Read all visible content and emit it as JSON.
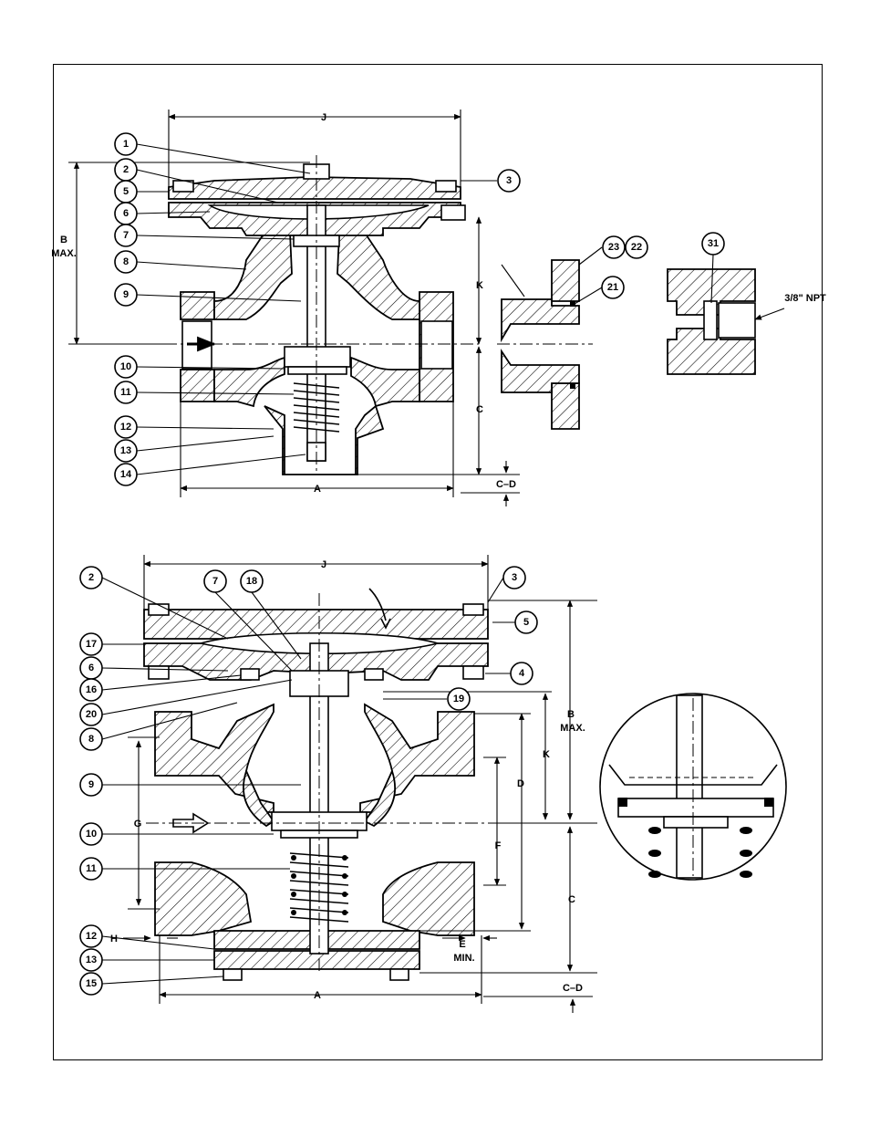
{
  "top_view": {
    "callouts": [
      "1",
      "2",
      "3",
      "5",
      "6",
      "7",
      "8",
      "9",
      "10",
      "11",
      "12",
      "13",
      "14",
      "23",
      "22",
      "21",
      "31"
    ],
    "dims": {
      "J": "J",
      "B": "B",
      "B_max": "MAX.",
      "K": "K",
      "C": "C",
      "A": "A",
      "CD": "C–D"
    },
    "npt": "3/8\" NPT"
  },
  "bottom_view": {
    "callouts": [
      "2",
      "7",
      "18",
      "3",
      "17",
      "5",
      "6",
      "4",
      "16",
      "20",
      "19",
      "8",
      "9",
      "10",
      "11",
      "12",
      "13",
      "15"
    ],
    "dims": {
      "J": "J",
      "B": "B",
      "B_max": "MAX.",
      "K": "K",
      "D": "D",
      "F": "F",
      "G": "G",
      "C": "C",
      "H": "H",
      "E": "E",
      "E_min": "MIN.",
      "A": "A",
      "CD": "C–D"
    }
  }
}
